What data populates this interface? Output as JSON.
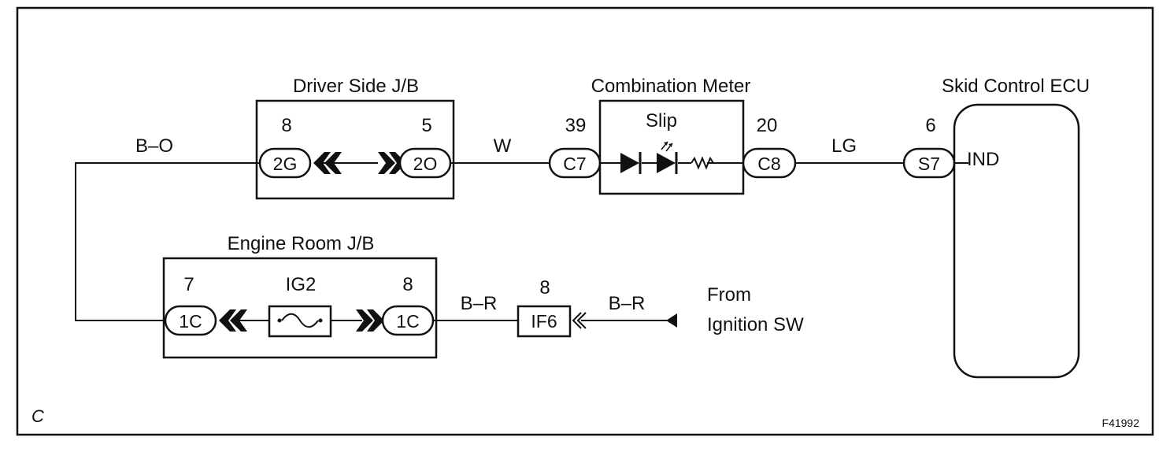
{
  "figure_code": "F41992",
  "corner_label": "C",
  "components": {
    "driver_jb": {
      "title": "Driver Side J/B"
    },
    "combination_meter": {
      "title": "Combination Meter",
      "lamp_label": "Slip"
    },
    "skid_ecu": {
      "title": "Skid Control ECU",
      "terminal_label": "IND"
    },
    "engine_jb": {
      "title": "Engine Room J/B",
      "fuse_label": "IG2"
    },
    "ignition": {
      "line1": "From",
      "line2": "Ignition SW"
    }
  },
  "connectors": {
    "c_2g": {
      "code": "2G",
      "pin": "8"
    },
    "c_2o": {
      "code": "2O",
      "pin": "5"
    },
    "c_c7": {
      "code": "C7",
      "pin": "39"
    },
    "c_c8": {
      "code": "C8",
      "pin": "20"
    },
    "c_s7": {
      "code": "S7",
      "pin": "6"
    },
    "c_1c_left": {
      "code": "1C",
      "pin": "7"
    },
    "c_1c_right": {
      "code": "1C",
      "pin": "8"
    },
    "c_if6": {
      "code": "IF6",
      "pin": "8"
    }
  },
  "wires": {
    "bo": "B–O",
    "w": "W",
    "lg": "LG",
    "br_left": "B–R",
    "br_right": "B–R"
  }
}
